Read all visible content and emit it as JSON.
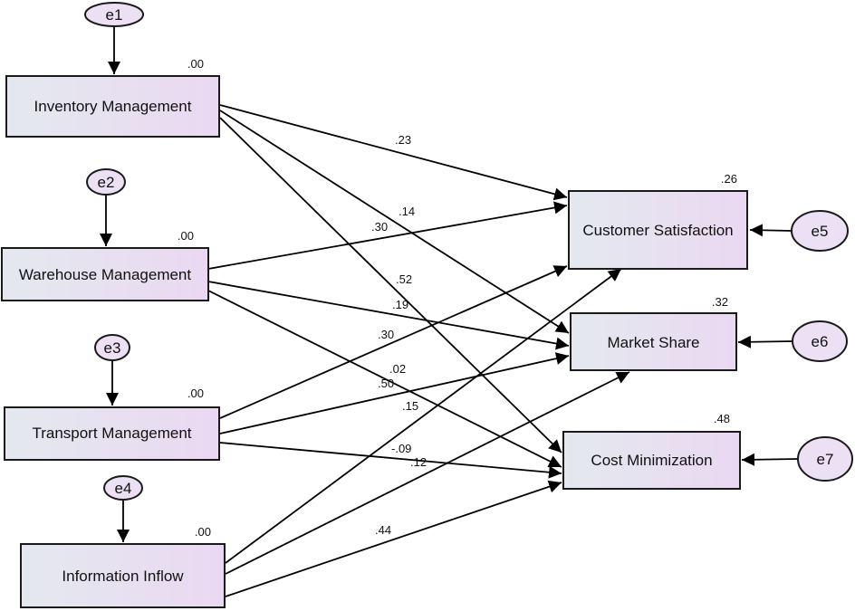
{
  "diagram": {
    "observed": {
      "inventory": {
        "label": "Inventory Management",
        "r2": ".00"
      },
      "warehouse": {
        "label": "Warehouse Management",
        "r2": ".00"
      },
      "transport": {
        "label": "Transport Management",
        "r2": ".00"
      },
      "information": {
        "label": "Information Inflow",
        "r2": ".00"
      },
      "satisfaction": {
        "label": "Customer Satisfaction",
        "r2": ".26"
      },
      "market": {
        "label": "Market Share",
        "r2": ".32"
      },
      "cost": {
        "label": "Cost Minimization",
        "r2": ".48"
      }
    },
    "errors": {
      "e1": "e1",
      "e2": "e2",
      "e3": "e3",
      "e4": "e4",
      "e5": "e5",
      "e6": "e6",
      "e7": "e7"
    },
    "paths": {
      "inv_sat": ".23",
      "inv_mkt": ".14",
      "inv_cost": ".52",
      "wh_sat": ".30",
      "wh_mkt": ".19",
      "wh_cost": ".50",
      "tr_sat": ".30",
      "tr_mkt": ".02",
      "tr_cost": ".12",
      "info_sat": ".15",
      "info_mkt": "-.09",
      "info_cost": ".44"
    },
    "colors": {
      "box_left": "#e4e9ee",
      "box_right": "#ead8f2",
      "error_fill": "#ebe0f4"
    }
  }
}
